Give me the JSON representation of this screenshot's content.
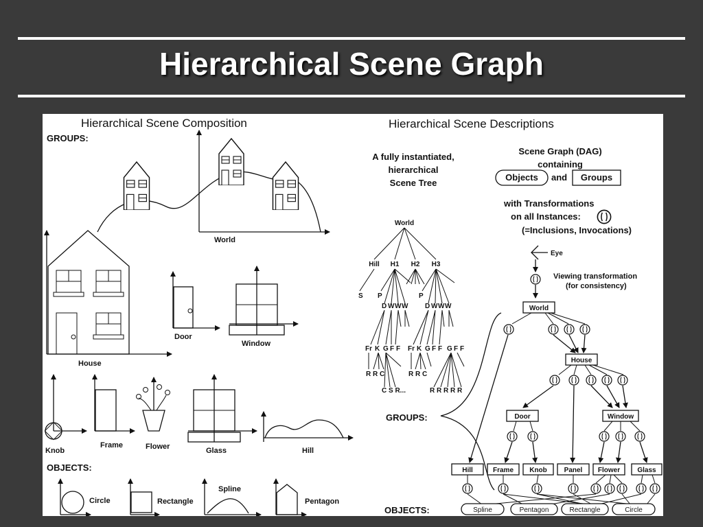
{
  "slide": {
    "title": "Hierarchical Scene Graph"
  },
  "left": {
    "title": "Hierarchical Scene Composition",
    "groups_label": "GROUPS:",
    "objects_label": "OBJECTS:",
    "labels": {
      "world": "World",
      "house": "House",
      "door": "Door",
      "window": "Window",
      "knob": "Knob",
      "frame": "Frame",
      "flower": "Flower",
      "glass": "Glass",
      "hill": "Hill",
      "circle": "Circle",
      "rectangle": "Rectangle",
      "spline": "Spline",
      "pentagon": "Pentagon"
    }
  },
  "right": {
    "title": "Hierarchical Scene Descriptions",
    "tree_caption": [
      "A fully instantiated,",
      "hierarchical",
      "Scene Tree"
    ],
    "dag_caption": [
      "Scene Graph (DAG)",
      "containing"
    ],
    "objects_pill": "Objects",
    "and_word": "and",
    "groups_box": "Groups",
    "transform_caption": [
      "with  Transformations",
      "on all Instances:",
      "(=Inclusions, Invocations)"
    ],
    "eye": "Eye",
    "viewing": [
      "Viewing transformation",
      "(for consistency)"
    ],
    "groups_label": "GROUPS:",
    "objects_label": "OBJECTS:",
    "tree": {
      "root": "World",
      "level1": [
        "Hill",
        "H1",
        "H2",
        "H3"
      ],
      "s": "S",
      "p": "P",
      "d": "D",
      "w": "W",
      "fr": "Fr",
      "k": "K",
      "g": "G",
      "f": "F",
      "r": "R",
      "c": "C",
      "csr": "C S R...",
      "rrrrr": "R R R R R"
    },
    "dag": {
      "world": "World",
      "house": "House",
      "door": "Door",
      "window": "Window",
      "leaves": [
        "Hill",
        "Frame",
        "Knob",
        "Panel",
        "Flower",
        "Glass"
      ],
      "objects": [
        "Spline",
        "Pentagon",
        "Rectangle",
        "Circle"
      ]
    }
  }
}
